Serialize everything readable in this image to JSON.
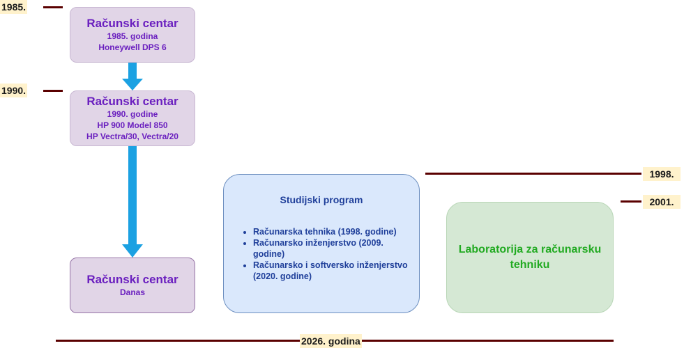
{
  "timeline": {
    "y1985": "1985.",
    "y1990": "1990.",
    "y1998": "1998.",
    "y2001": "2001.",
    "bottom": "2026. godina"
  },
  "centers": [
    {
      "title": "Računski centar",
      "lines": [
        "1985. godina",
        "Honeywell DPS 6"
      ]
    },
    {
      "title": "Računski centar",
      "lines": [
        "1990. godine",
        "HP 900 Model 850",
        "HP Vectra/30, Vectra/20"
      ]
    },
    {
      "title": "Računski centar",
      "lines": [
        "Danas"
      ]
    }
  ],
  "program": {
    "title": "Studijski program",
    "items": [
      "Računarska tehnika (1998. godine)",
      "Računarsko inženjerstvo (2009. godine)",
      "Računarsko i softversko inženjerstvo (2020. godine)"
    ]
  },
  "lab": {
    "title": "Laboratorija za računarsku tehniku"
  },
  "colors": {
    "arrow": "#1ba1e2",
    "timeline": "#5a0000"
  }
}
